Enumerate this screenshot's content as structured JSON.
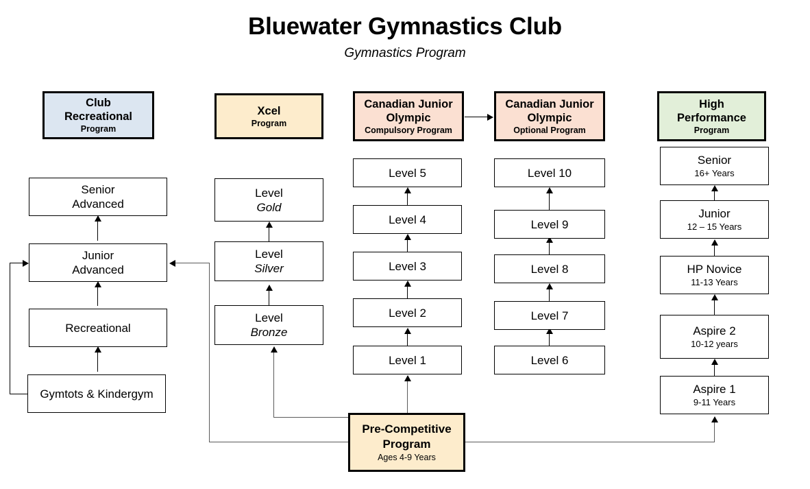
{
  "header": {
    "title": "Bluewater Gymnastics Club",
    "subtitle": "Gymnastics Program"
  },
  "programs": [
    {
      "key": "club_recreational",
      "line1": "Club",
      "line2": "Recreational",
      "sub": "Program",
      "color": "#dce6f1"
    },
    {
      "key": "xcel",
      "line1": "Xcel",
      "line2": "",
      "sub": "Program",
      "color": "#fdeccc"
    },
    {
      "key": "cjo_compulsory",
      "line1": "Canadian Junior",
      "line2": "Olympic",
      "sub": "Compulsory Program",
      "color": "#fbe0d2"
    },
    {
      "key": "cjo_optional",
      "line1": "Canadian Junior",
      "line2": "Olympic",
      "sub": "Optional Program",
      "color": "#fbe0d2"
    },
    {
      "key": "high_performance",
      "line1": "High",
      "line2": "Performance",
      "sub": "Program",
      "color": "#e2efd9"
    }
  ],
  "columns": {
    "club_recreational": [
      {
        "line1": "Senior",
        "line2": "Advanced"
      },
      {
        "line1": "Junior",
        "line2": "Advanced"
      },
      {
        "line1": "Recreational",
        "line2": ""
      },
      {
        "line1": "Gymtots & Kindergym",
        "line2": ""
      }
    ],
    "xcel": [
      {
        "line1": "Level",
        "line2": "Gold"
      },
      {
        "line1": "Level",
        "line2": "Silver"
      },
      {
        "line1": "Level",
        "line2": "Bronze"
      }
    ],
    "cjo_compulsory": [
      {
        "line1": "Level 5",
        "line2": ""
      },
      {
        "line1": "Level 4",
        "line2": ""
      },
      {
        "line1": "Level 3",
        "line2": ""
      },
      {
        "line1": "Level 2",
        "line2": ""
      },
      {
        "line1": "Level 1",
        "line2": ""
      }
    ],
    "cjo_optional": [
      {
        "line1": "Level 10",
        "line2": ""
      },
      {
        "line1": "Level 9",
        "line2": ""
      },
      {
        "line1": "Level 8",
        "line2": ""
      },
      {
        "line1": "Level 7",
        "line2": ""
      },
      {
        "line1": "Level 6",
        "line2": ""
      }
    ],
    "high_performance": [
      {
        "line1": "Senior",
        "sub": "16+ Years"
      },
      {
        "line1": "Junior",
        "sub": "12 – 15 Years"
      },
      {
        "line1": "HP Novice",
        "sub": "11-13 Years"
      },
      {
        "line1": "Aspire 2",
        "sub": "10-12 years"
      },
      {
        "line1": "Aspire 1",
        "sub": "9-11 Years"
      }
    ]
  },
  "precompetitive": {
    "line1": "Pre-Competitive",
    "line2": "Program",
    "sub": "Ages 4-9 Years",
    "color": "#fdeccc"
  }
}
